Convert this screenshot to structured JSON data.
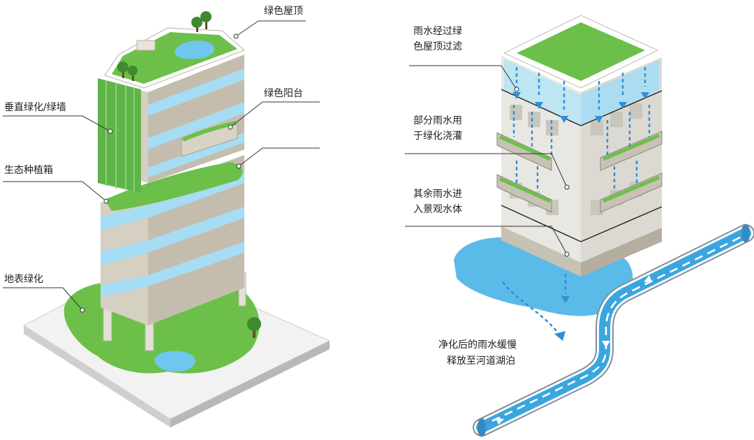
{
  "left_labels": {
    "green_roof": "绿色屋顶",
    "vertical_greening": "垂直绿化/绿墙",
    "green_balcony": "绿色阳台",
    "eco_planter": "生态种植箱",
    "ground_greening": "地表绿化"
  },
  "right_labels": {
    "rain_roof_filter_l1": "雨水经过绿",
    "rain_roof_filter_l2": "色屋顶过滤",
    "irrigation_l1": "部分雨水用",
    "irrigation_l2": "于绿化浇灌",
    "landscape_l1": "其余雨水进",
    "landscape_l2": "入景观水体",
    "release_l1": "净化后的雨水缓慢",
    "release_l2": "释放至河道湖泊"
  },
  "colors": {
    "grass": "#6cc04a",
    "grass_dark": "#4e9e35",
    "facade": "#c8c2b4",
    "glass": "#a6dcf4",
    "water": "#5bbbe8",
    "flow": "#2f8fd6"
  }
}
